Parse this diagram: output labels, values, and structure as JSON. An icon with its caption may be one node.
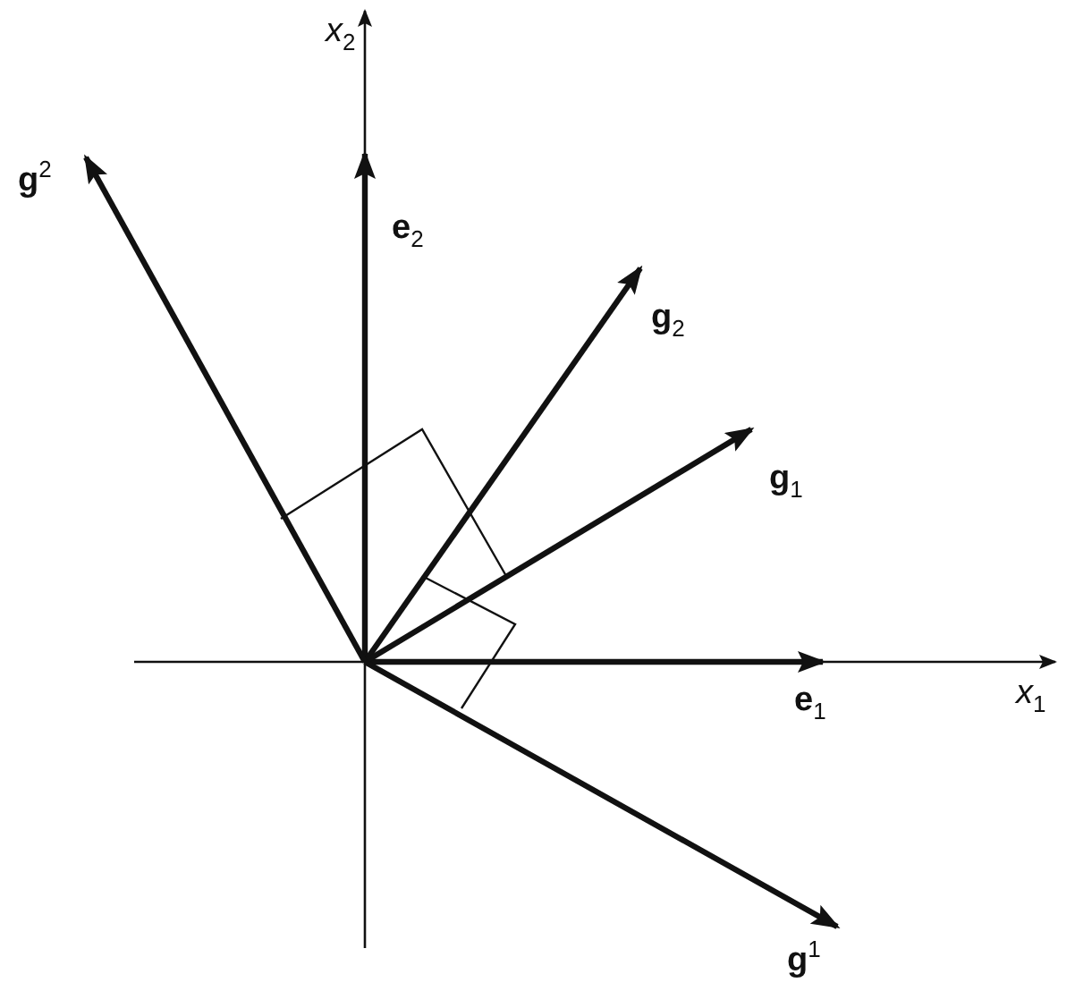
{
  "diagram": {
    "labels": [
      "*x*$_{2}$",
      "**g**$^{2}$",
      "**e**$_{2}$",
      "**g**$_{2}$",
      "**g**$_{1}$",
      "**e**$_{1}$",
      "*x*$_{1}$",
      "**g**$^{1}$"
    ]
  }
}
